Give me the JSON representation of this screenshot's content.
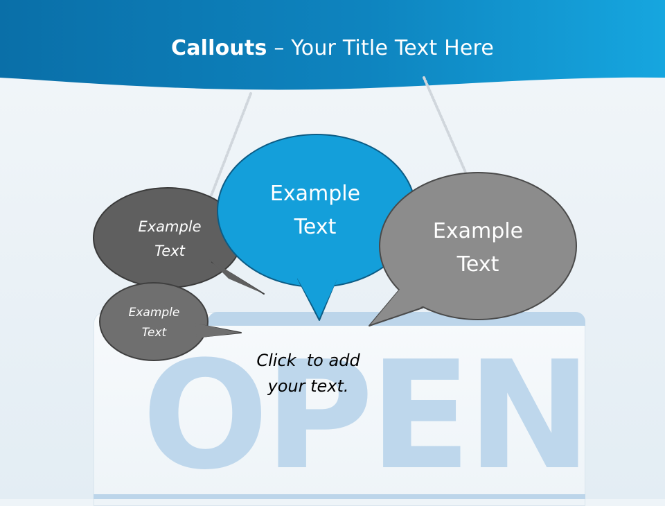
{
  "title": {
    "bold": "Callouts",
    "rest": " – Your Title Text Here"
  },
  "sign": {
    "word": "OPEN"
  },
  "callouts": [
    {
      "lines": [
        "Example",
        "Text"
      ],
      "color": "#5f5f5f"
    },
    {
      "lines": [
        "Example",
        "Text"
      ],
      "color": "#6f6f6f"
    },
    {
      "lines": [
        "Example",
        "Text"
      ],
      "color": "#149fda"
    },
    {
      "lines": [
        "Example",
        "Text"
      ],
      "color": "#8c8c8c"
    }
  ],
  "placeholder": {
    "lines": [
      "Click  to add",
      "your text."
    ]
  },
  "colors": {
    "header": "#0e7fb8",
    "header_light": "#18a4dc",
    "sign_accent": "#bcd5ea"
  }
}
